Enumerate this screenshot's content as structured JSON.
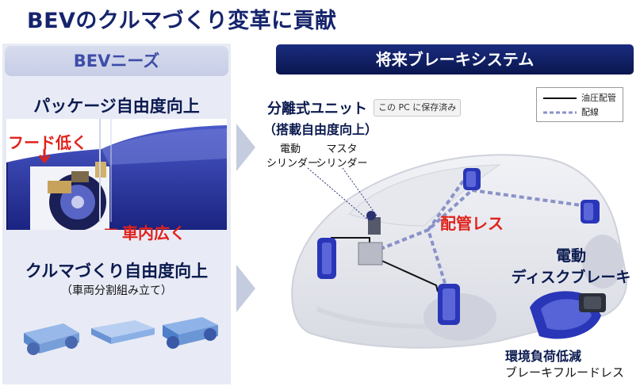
{
  "title": "BEVのクルマづくり変革に貢献",
  "left_panel": {
    "header": "BEVニーズ",
    "package_heading": "パッケージ自由度向上",
    "hood_label": "フード低く",
    "cabin_label": "車内広く",
    "assembly_heading": "クルマづくり自由度向上",
    "assembly_sub": "（車両分割組み立て）"
  },
  "right_panel": {
    "header": "将来ブレーキシステム",
    "unit_heading": "分離式ユニット",
    "unit_sub": "（搭載自由度向上）",
    "saved_badge": "この PC に保存済み",
    "electric_cylinder": [
      "電動",
      "シリンダー"
    ],
    "master_cylinder": [
      "マスタ",
      "シリンダー"
    ],
    "pipeless_label": "配管レス",
    "disc_brake": [
      "電動",
      "ディスクブレーキ"
    ],
    "env_heading": "環境負荷低減",
    "env_sub": "ブレーキフルードレス",
    "legend": {
      "oil_pipe": "油圧配管",
      "wiring": "配線"
    }
  },
  "colors": {
    "navy": "#15246b",
    "red": "#e0221c",
    "brake_blue": "#2a36b8",
    "panel_bg": "#e8ebf5",
    "wiring": "#8a92c8"
  }
}
